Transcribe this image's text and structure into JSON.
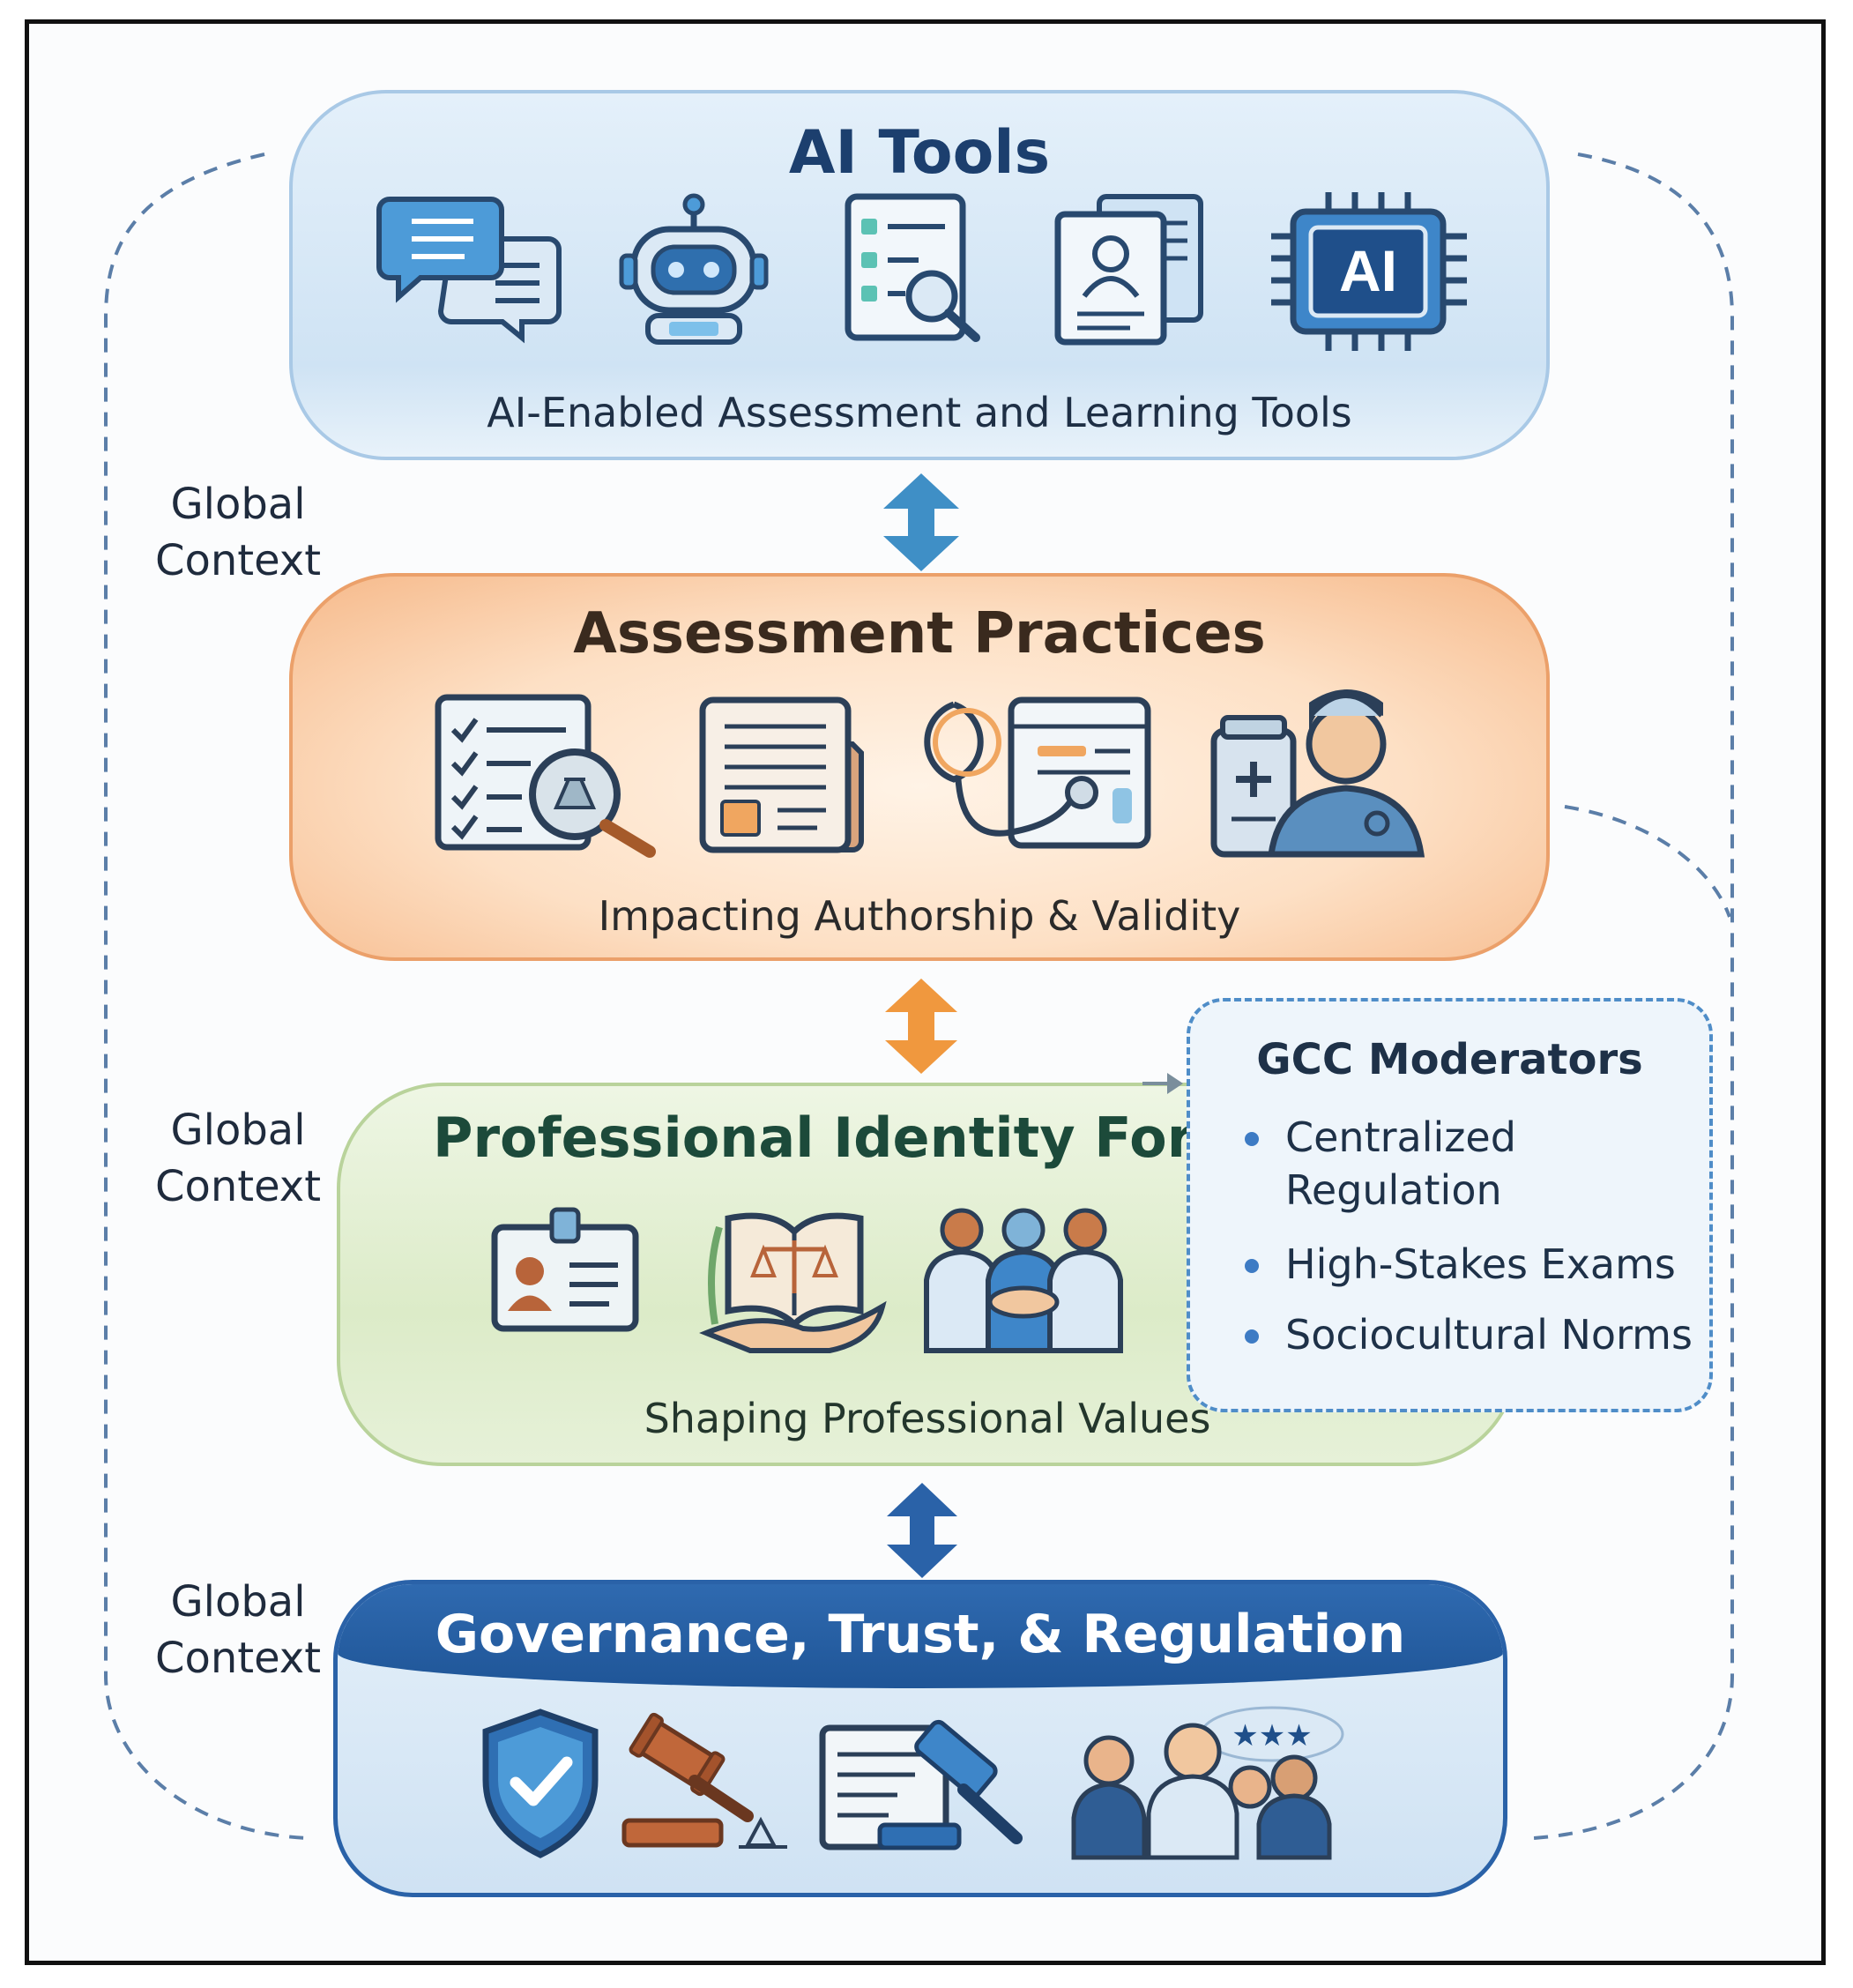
{
  "ai_tools": {
    "title": "AI Tools",
    "subtitle": "AI-Enabled Assessment and Learning Tools",
    "icons": [
      "chat-bubbles-icon",
      "robot-icon",
      "checklist-search-icon",
      "profile-documents-icon",
      "ai-chip-icon"
    ],
    "chip_label": "AI"
  },
  "assessment": {
    "title": "Assessment Practices",
    "subtitle": "Impacting Authorship & Validity",
    "icons": [
      "checklist-magnifier-icon",
      "documents-icon",
      "stethoscope-record-icon",
      "doctor-medicine-icon"
    ]
  },
  "identity": {
    "title": "Professional Identity For",
    "subtitle": "Shaping Professional Values",
    "icons": [
      "id-badge-icon",
      "book-scales-hand-icon",
      "team-handshake-icon"
    ]
  },
  "governance": {
    "title": "Governance, Trust, & Regulation",
    "icons": [
      "shield-check-icon",
      "gavel-icon",
      "document-gavel-icon",
      "group-rating-icon"
    ]
  },
  "moderators": {
    "title": "GCC Moderators",
    "items": [
      {
        "line1": "Centralized",
        "line2": "Regulation"
      },
      {
        "line1": "High-Stakes Exams",
        "line2": ""
      },
      {
        "line1": "Sociocultural Norms",
        "line2": ""
      }
    ]
  },
  "global_context": {
    "line1": "Global",
    "line2": "Context"
  },
  "colors": {
    "blue_panel": "#d7e8f6",
    "orange_panel": "#f8c9a0",
    "green_panel": "#dcebc8",
    "navy_header": "#21579c",
    "arrow_blue": "#3f8fc6",
    "arrow_orange": "#f0983e",
    "dashed_line": "#5b7ea8"
  }
}
